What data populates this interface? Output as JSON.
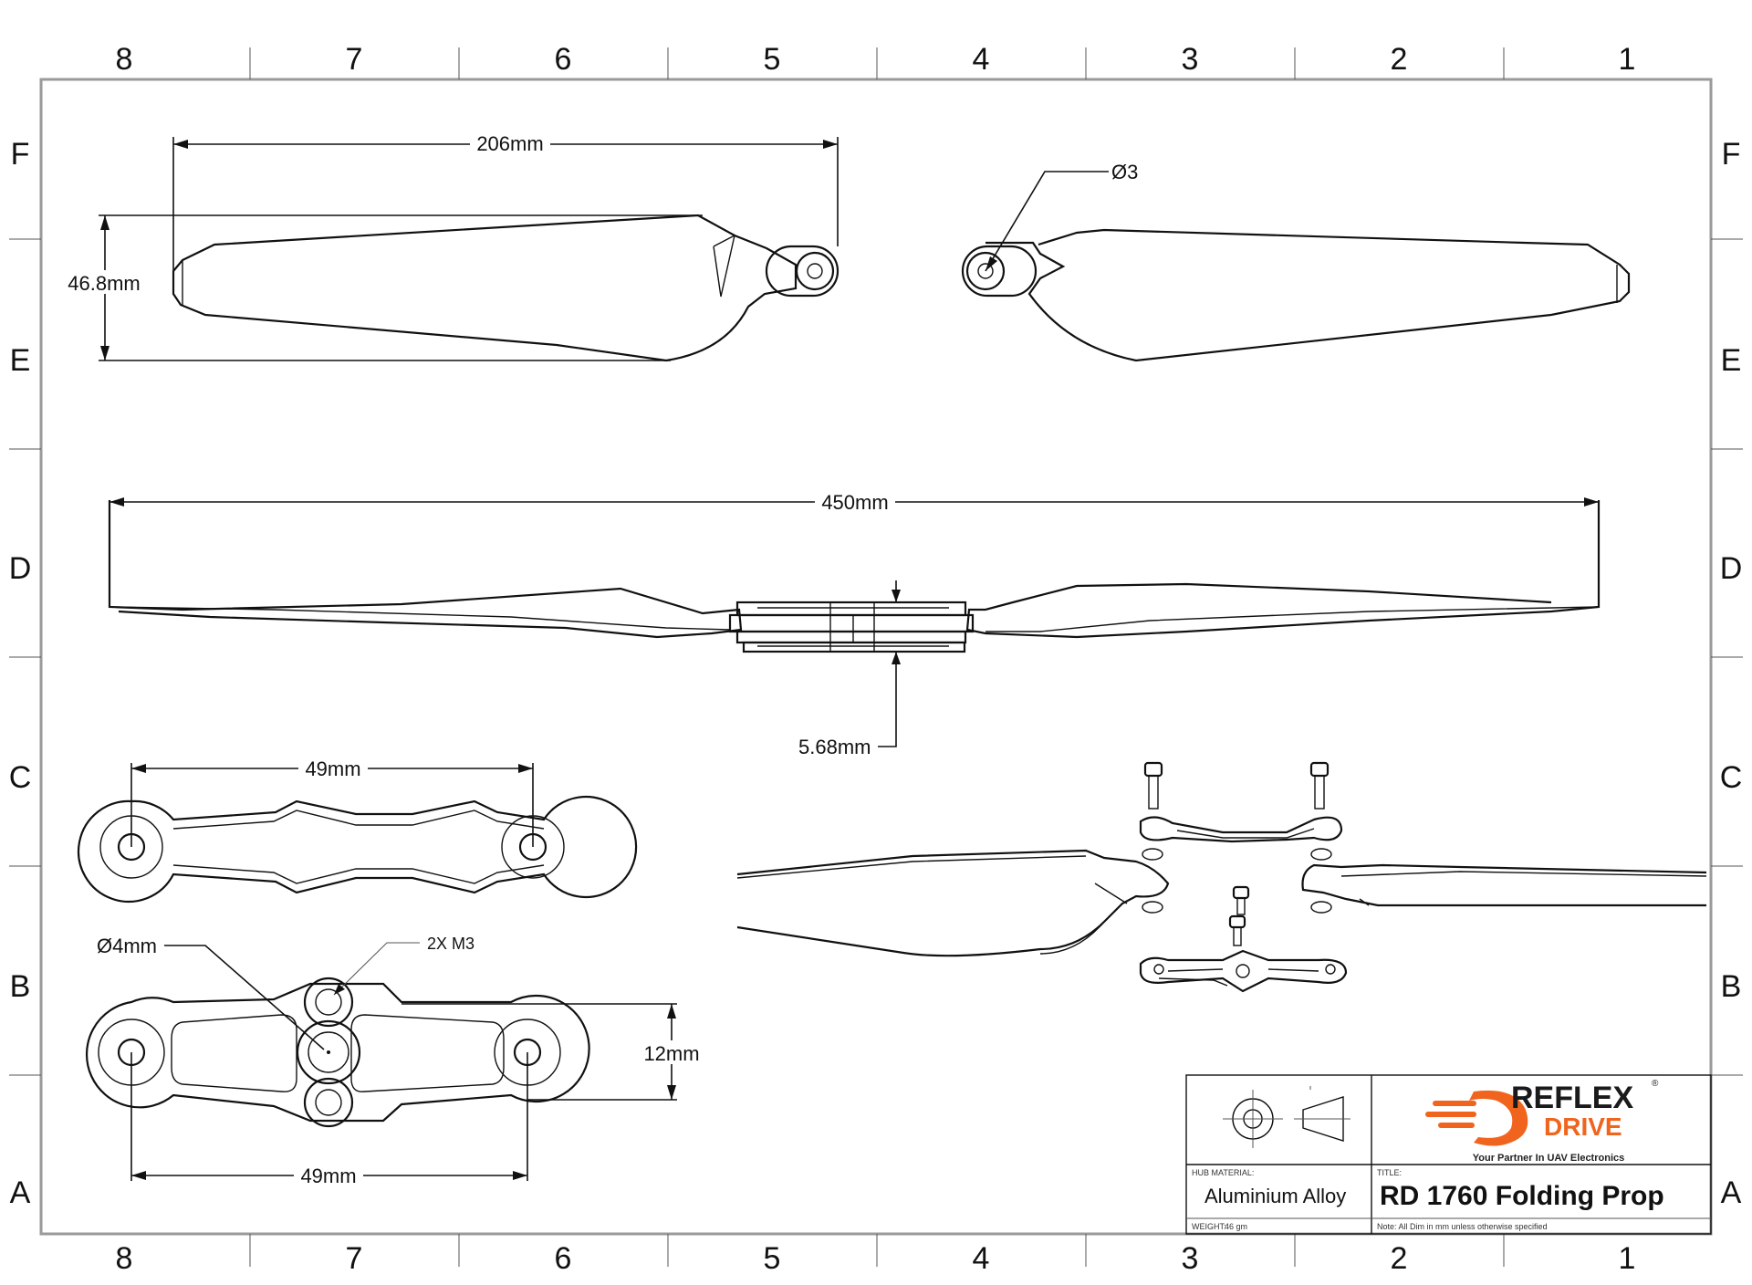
{
  "zones": {
    "columns": [
      "8",
      "7",
      "6",
      "5",
      "4",
      "3",
      "2",
      "1"
    ],
    "rows": [
      "F",
      "E",
      "D",
      "C",
      "B",
      "A"
    ]
  },
  "dimensions": {
    "blade_length": "206mm",
    "blade_width": "46.8mm",
    "pivot_hole": "Ø3",
    "span": "450mm",
    "hub_thickness": "5.68mm",
    "hub_center_top": "49mm",
    "hub_center_bottom": "49mm",
    "bore": "Ø4mm",
    "screws": "2X M3",
    "hub_width": "12mm"
  },
  "title_block": {
    "brand_name": "REFLEX",
    "brand_sub": "DRIVE",
    "brand_mark": "®",
    "tagline": "Your Partner In UAV Electronics",
    "material_caption": "HUB MATERIAL:",
    "material": "Aluminium Alloy",
    "title_caption": "TITLE:",
    "title": "RD 1760 Folding Prop",
    "weight_caption": "WEIGHT:",
    "weight": "46 gm",
    "note": "Note: All Dim in mm unless otherwise specified"
  },
  "colors": {
    "brand_orange": "#f0641e",
    "line": "#111111",
    "frame": "#9a9a9a"
  }
}
